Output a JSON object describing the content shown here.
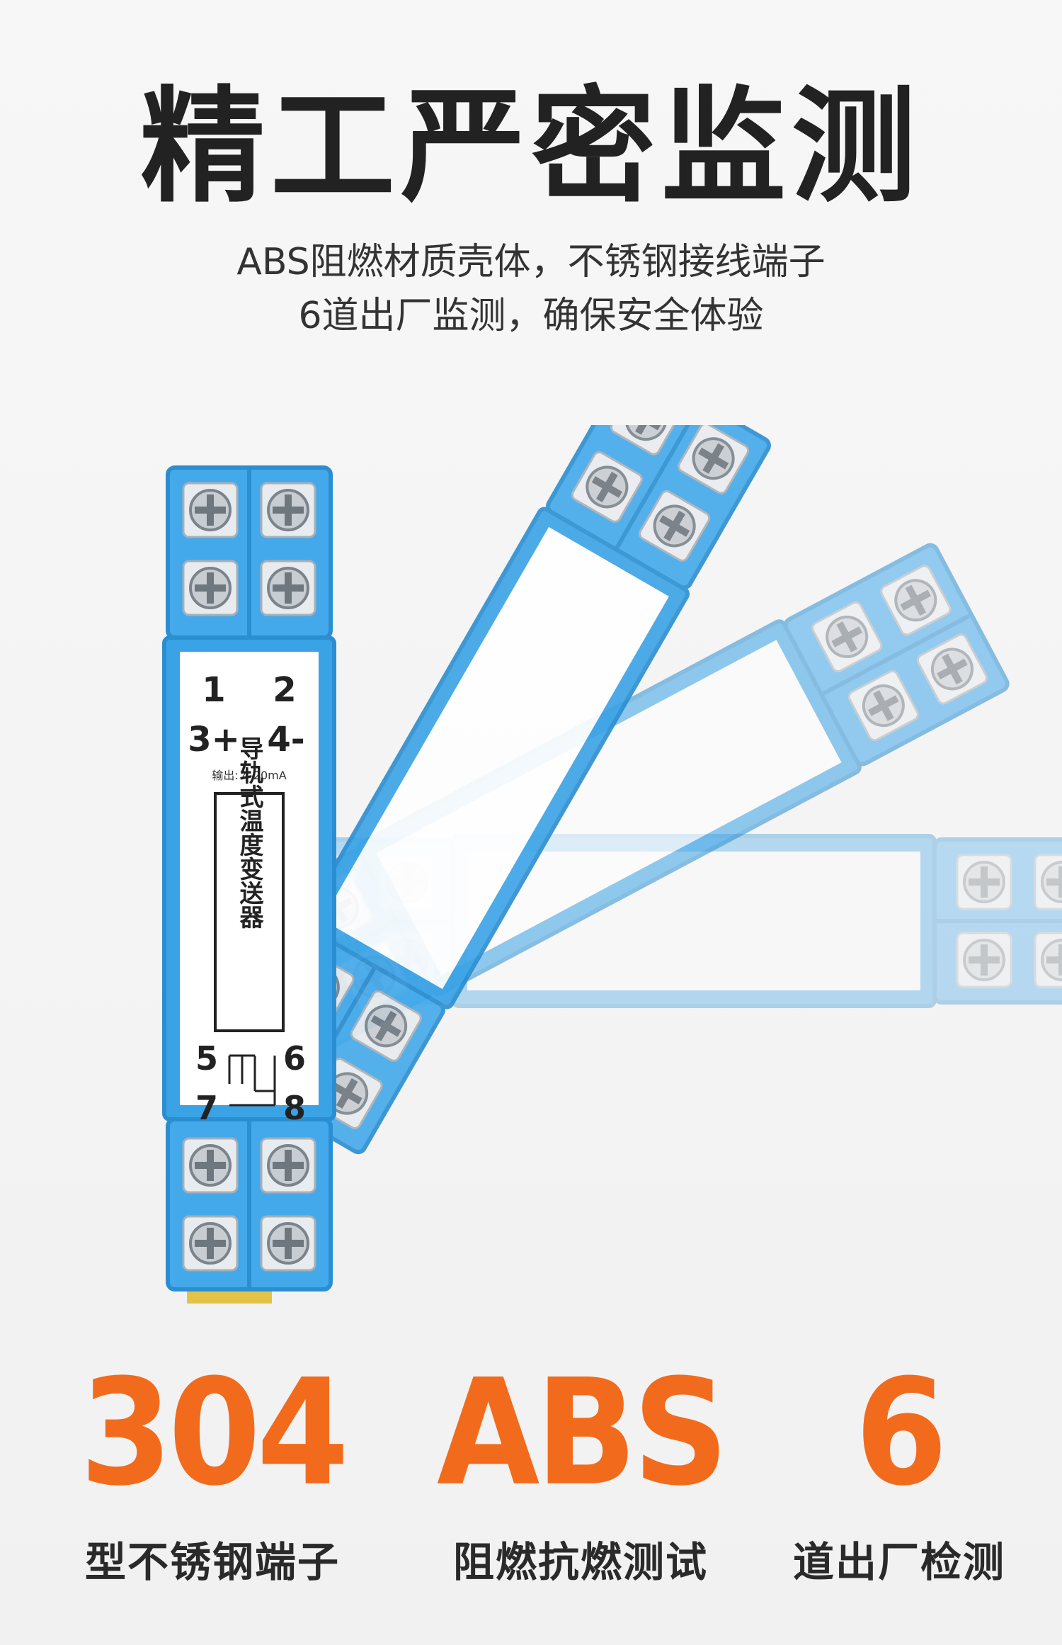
{
  "title": "精工严密监测",
  "subtitle_lines": [
    "ABS阻燃材质壳体，不锈钢接线端子",
    "6道出厂监测，确保安全体验"
  ],
  "product_label": {
    "terminals_top": [
      "1",
      "2"
    ],
    "terminals_mid": [
      "3+",
      "4-"
    ],
    "output": "输出: 4-20mA",
    "name": "导轨式温度变送器",
    "terminals_bottom_a": [
      "5",
      "6"
    ],
    "terminals_bottom_b": [
      "7",
      "8"
    ]
  },
  "stats": [
    {
      "value": "304",
      "caption": "型不锈钢端子"
    },
    {
      "value": "ABS",
      "caption": "阻燃抗燃测试"
    },
    {
      "value": "6",
      "caption": "道出厂检测"
    }
  ],
  "colors": {
    "housing_blue": "#3aa3e6",
    "accent_orange": "#f26b1d",
    "title_dark": "#222222"
  }
}
